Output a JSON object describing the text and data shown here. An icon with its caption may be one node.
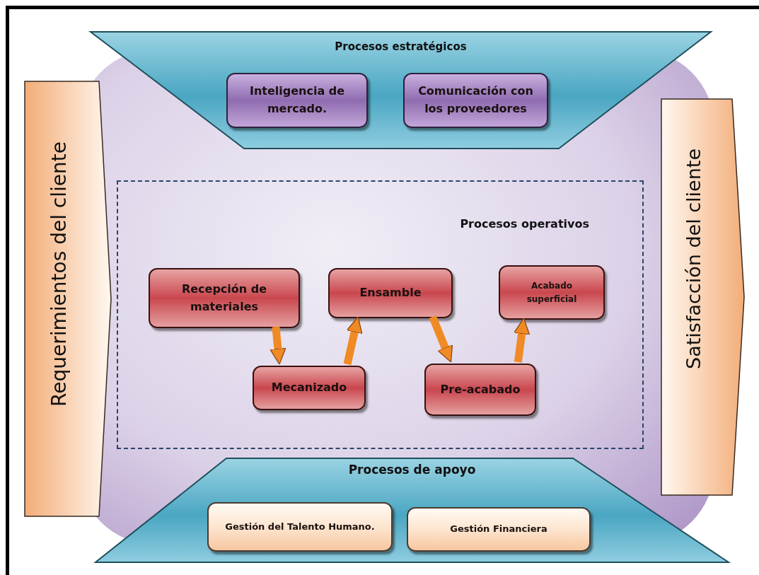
{
  "diagram": {
    "nodes": [
      {
        "text": [
          "Procesos estratégicos"
        ]
      },
      {
        "text": [
          "Inteligencia de mercado."
        ],
        "in": 0
      },
      {
        "text": [
          "Comunicación con los proveedores"
        ],
        "in": 0
      },
      {
        "text": [
          "Requerimientos del cliente"
        ]
      },
      {
        "text": [
          "Procesos operativos"
        ]
      },
      {
        "text": [
          "Recepción de materiales"
        ],
        "in": 4
      },
      {
        "text": [
          "Ensamble"
        ],
        "in": 4
      },
      {
        "text": [
          "Acabado superficial"
        ],
        "in": 4
      },
      {
        "text": [
          "Mecanizado"
        ],
        "in": 4
      },
      {
        "text": [
          "Pre-acabado"
        ],
        "in": 4
      },
      {
        "text": [
          "Satisfacción del cliente"
        ]
      },
      {
        "text": [
          "Procesos de apoyo"
        ]
      },
      {
        "text": [
          "Gestión del Talento Humano."
        ],
        "in": 11
      },
      {
        "text": [
          "Gestión Financiera"
        ],
        "in": 11
      }
    ],
    "edges": [
      {
        "from": 5,
        "to": 8,
        "arrow": "to"
      },
      {
        "from": 8,
        "to": 6,
        "arrow": "to"
      },
      {
        "from": 6,
        "to": 9,
        "arrow": "to"
      },
      {
        "from": 9,
        "to": 7,
        "arrow": "to"
      }
    ]
  }
}
